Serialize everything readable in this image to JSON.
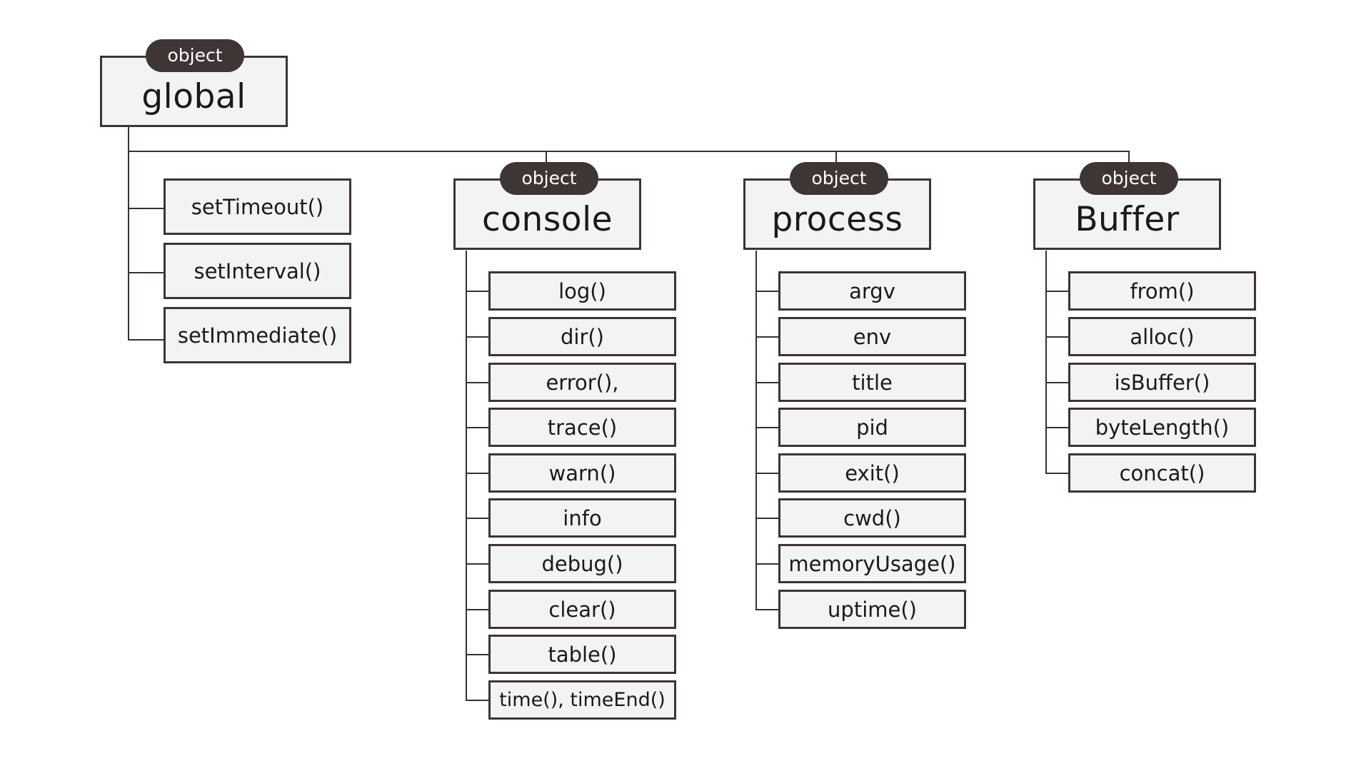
{
  "global": {
    "badge": "object",
    "title": "global",
    "items": [
      "setTimeout()",
      "setInterval()",
      "setImmediate()"
    ]
  },
  "console": {
    "badge": "object",
    "title": "console",
    "items": [
      "log()",
      "dir()",
      "error(),",
      "trace()",
      "warn()",
      "info",
      "debug()",
      "clear()",
      "table()",
      "time(), timeEnd()"
    ]
  },
  "process": {
    "badge": "object",
    "title": "process",
    "items": [
      "argv",
      "env",
      "title",
      "pid",
      "exit()",
      "cwd()",
      "memoryUsage()",
      "uptime()"
    ]
  },
  "buffer": {
    "badge": "object",
    "title": "Buffer",
    "items": [
      "from()",
      "alloc()",
      "isBuffer()",
      "byteLength()",
      "concat()"
    ]
  }
}
